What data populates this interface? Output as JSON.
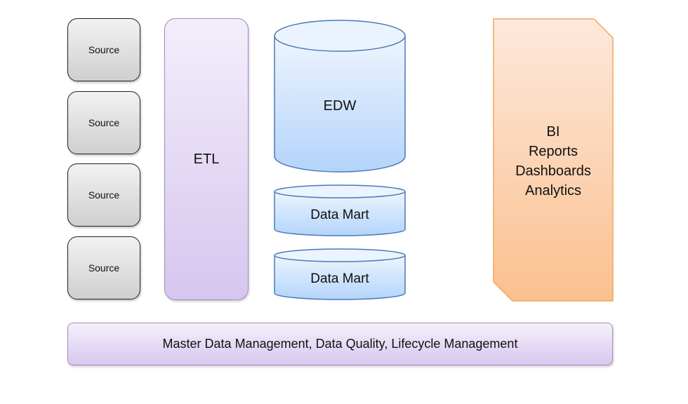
{
  "sources": [
    "Source",
    "Source",
    "Source",
    "Source"
  ],
  "etl": {
    "label": "ETL"
  },
  "edw": {
    "label": "EDW"
  },
  "data_marts": [
    "Data Mart",
    "Data Mart"
  ],
  "bi": {
    "lines": [
      "BI",
      "Reports",
      "Dashboards",
      "Analytics"
    ]
  },
  "mdm": {
    "label": "Master Data Management, Data Quality, Lifecycle Management"
  },
  "colors": {
    "source_border": "#222222",
    "etl_fill": "#d6c6ee",
    "cylinder_fill": "#b6d6fb",
    "bi_fill": "#fbc294",
    "bi_border": "#f3a65c",
    "mdm_fill": "#d7c8ee"
  }
}
